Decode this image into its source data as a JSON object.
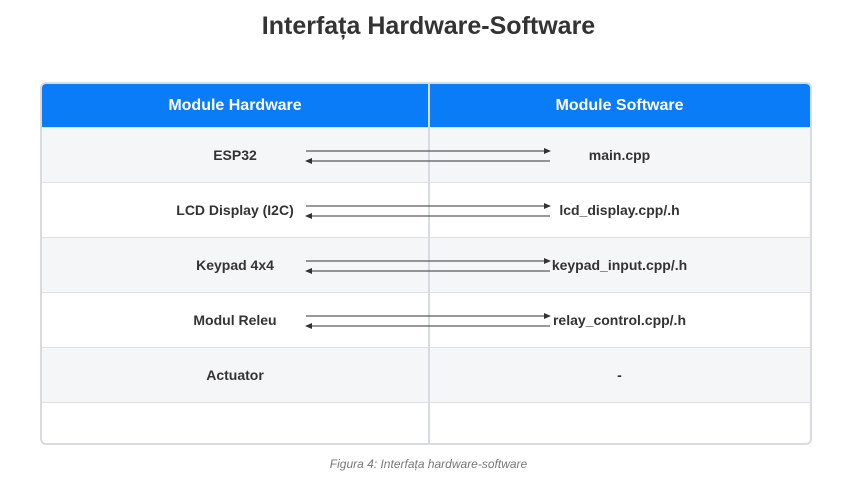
{
  "title": "Interfața Hardware-Software",
  "header": {
    "hardware": "Module Hardware",
    "software": "Module Software"
  },
  "rows": [
    {
      "hardware": "ESP32",
      "software": "main.cpp",
      "linked": true
    },
    {
      "hardware": "LCD Display (I2C)",
      "software": "lcd_display.cpp/.h",
      "linked": true
    },
    {
      "hardware": "Keypad 4x4",
      "software": "keypad_input.cpp/.h",
      "linked": true
    },
    {
      "hardware": "Modul Releu",
      "software": "relay_control.cpp/.h",
      "linked": true
    },
    {
      "hardware": "Actuator",
      "software": "-",
      "linked": false
    },
    {
      "hardware": "",
      "software": "",
      "linked": false
    }
  ],
  "caption": "Figura 4: Interfața hardware-software",
  "colors": {
    "header_bg": "#0a7cf7",
    "arrow": "#333333"
  }
}
